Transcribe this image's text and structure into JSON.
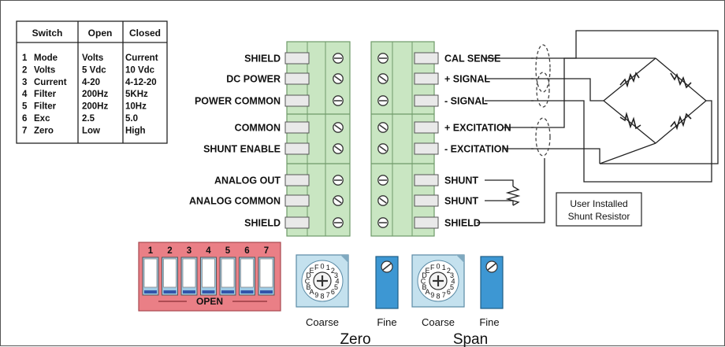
{
  "switch_table": {
    "headers": [
      "Switch",
      "Open",
      "Closed"
    ],
    "rows": [
      {
        "num": "1",
        "name": "Mode",
        "open": "Volts",
        "closed": "Current"
      },
      {
        "num": "2",
        "name": "Volts",
        "open": "5 Vdc",
        "closed": "10 Vdc"
      },
      {
        "num": "3",
        "name": "Current",
        "open": "4-20",
        "closed": "4-12-20"
      },
      {
        "num": "4",
        "name": "Filter",
        "open": "200Hz",
        "closed": "5KHz"
      },
      {
        "num": "5",
        "name": "Filter",
        "open": "200Hz",
        "closed": "10Hz"
      },
      {
        "num": "6",
        "name": "Exc",
        "open": "2.5",
        "closed": "5.0"
      },
      {
        "num": "7",
        "name": "Zero",
        "open": "Low",
        "closed": "High"
      }
    ]
  },
  "left_terminals": [
    "SHIELD",
    "DC POWER",
    "POWER COMMON",
    "COMMON",
    "SHUNT ENABLE",
    "ANALOG OUT",
    "ANALOG COMMON",
    "SHIELD"
  ],
  "right_terminals": [
    "CAL SENSE",
    "+ SIGNAL",
    "- SIGNAL",
    "+ EXCITATION",
    "- EXCITATION",
    "SHUNT",
    "SHUNT",
    "SHIELD"
  ],
  "shunt_note": [
    "User Installed",
    "Shunt Resistor"
  ],
  "dip": {
    "numbers": [
      "1",
      "2",
      "3",
      "4",
      "5",
      "6",
      "7"
    ],
    "open_label": "OPEN"
  },
  "pot_labels": {
    "coarse": "Coarse",
    "fine": "Fine",
    "zero": "Zero",
    "span": "Span"
  },
  "dial_chars": [
    "0",
    "1",
    "2",
    "3",
    "4",
    "5",
    "6",
    "7",
    "8",
    "9",
    "A",
    "B",
    "C",
    "D",
    "E",
    "F"
  ],
  "colors": {
    "terminal_block": "#c9e6c2",
    "terminal_border": "#6f9a69",
    "dip_body": "#ea7f86",
    "dip_slot": "#9fcbe5",
    "trim_pot": "#3d97d3",
    "dial_face": "#c4e1ee"
  }
}
